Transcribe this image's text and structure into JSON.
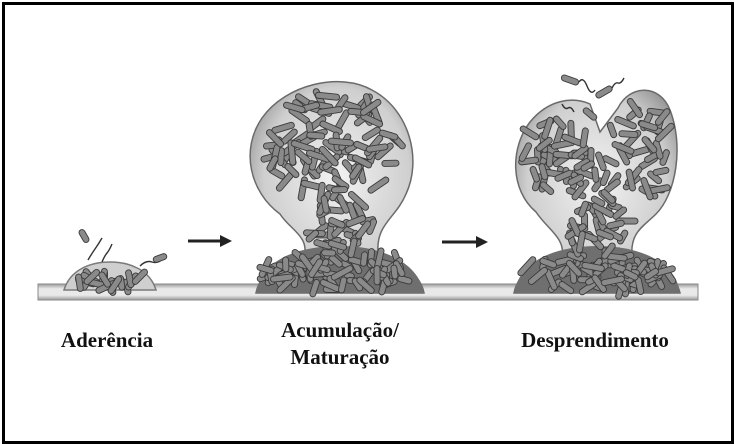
{
  "stages": [
    {
      "label": "Aderência"
    },
    {
      "label": "Acumulação/\nMaturação"
    },
    {
      "label": "Desprendimento"
    }
  ],
  "colors": {
    "border": "#000000",
    "surface_light": "#e2e2e2",
    "surface_dark": "#7a7a7a",
    "biofilm_matrix": "#6f6f6f",
    "biofilm_body": "#cfcfcf",
    "bacteria": "#8a8a8a",
    "arrow": "#222222"
  },
  "icons": [
    "right-arrow-icon",
    "bacterium-icon"
  ]
}
